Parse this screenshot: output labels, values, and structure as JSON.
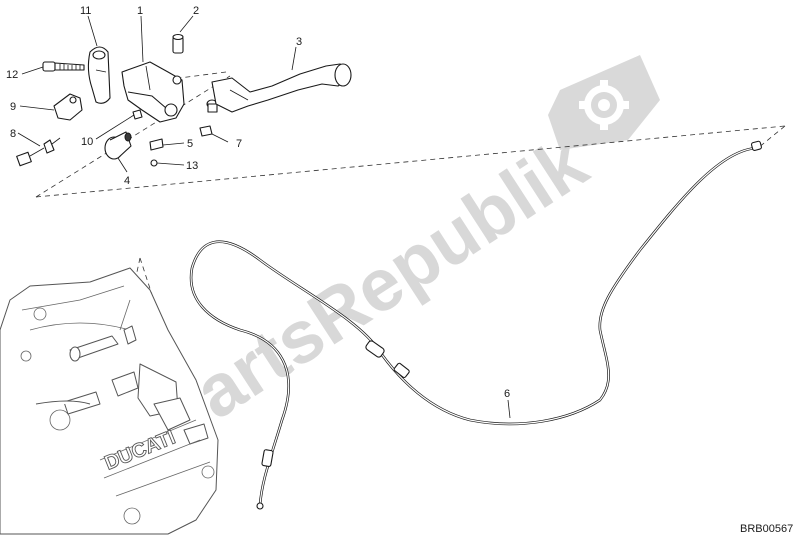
{
  "diagram": {
    "callouts": [
      {
        "id": "1",
        "label": "1"
      },
      {
        "id": "2",
        "label": "2"
      },
      {
        "id": "3",
        "label": "3"
      },
      {
        "id": "4",
        "label": "4"
      },
      {
        "id": "5",
        "label": "5"
      },
      {
        "id": "6",
        "label": "6"
      },
      {
        "id": "7",
        "label": "7"
      },
      {
        "id": "8",
        "label": "8"
      },
      {
        "id": "9",
        "label": "9"
      },
      {
        "id": "10",
        "label": "10"
      },
      {
        "id": "11",
        "label": "11"
      },
      {
        "id": "12",
        "label": "12"
      },
      {
        "id": "13",
        "label": "13"
      }
    ],
    "reference_code": "BRB00567",
    "engine_cover_brand": "DUCATI",
    "watermark_text": "PartsRepublik",
    "colors": {
      "line": "#1a1a1a",
      "watermark": "#d9d9d9",
      "background": "#ffffff"
    }
  }
}
